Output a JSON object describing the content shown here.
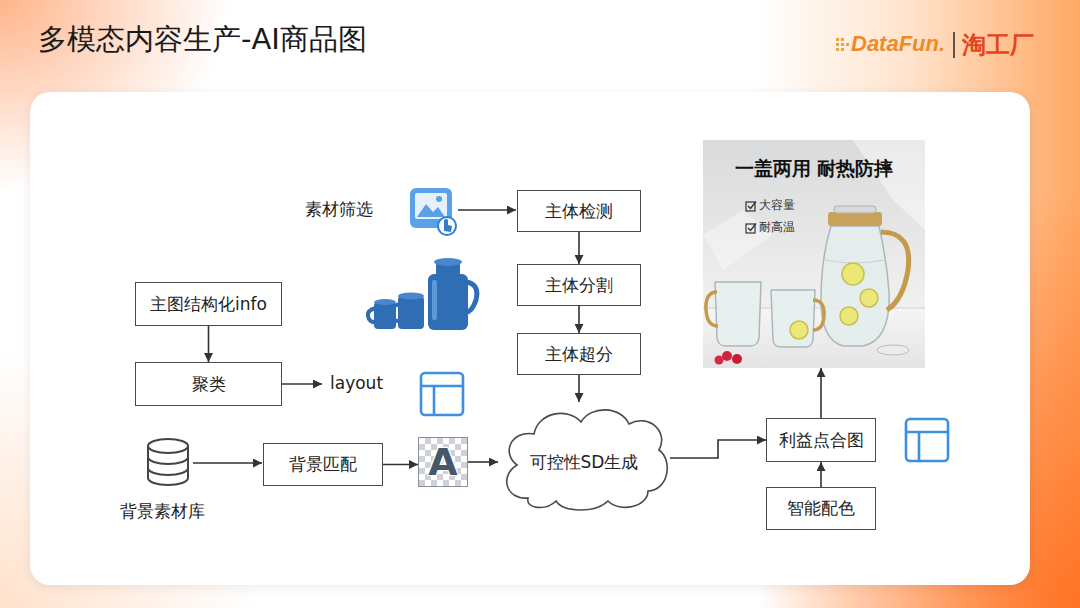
{
  "diagram": {
    "title": "多模态内容生产-AI商品图",
    "nodes": [
      {
        "text": [
          "主体检测"
        ]
      },
      {
        "text": [
          "主体分割"
        ]
      },
      {
        "text": [
          "主体超分"
        ]
      },
      {
        "text": [
          "主图结构化info"
        ]
      },
      {
        "text": [
          "聚类"
        ]
      },
      {
        "text": [
          "背景匹配"
        ]
      },
      {
        "text": [
          "A"
        ]
      },
      {
        "text": [
          "可控性SD生成"
        ]
      },
      {
        "text": [
          "一盖两用 耐热防摔",
          "大容量",
          "耐高温"
        ]
      },
      {
        "text": [
          "利益点合图"
        ]
      },
      {
        "text": [
          "智能配色"
        ]
      }
    ],
    "edges": [
      {
        "from": 0,
        "to": 1,
        "arrow": "to"
      },
      {
        "from": 1,
        "to": 2,
        "arrow": "to"
      },
      {
        "from": 2,
        "to": 7,
        "arrow": "to"
      },
      {
        "from": 3,
        "to": 4,
        "arrow": "to"
      },
      {
        "from": 5,
        "to": 6,
        "arrow": "to"
      },
      {
        "from": 6,
        "to": 7,
        "arrow": "to"
      },
      {
        "from": 7,
        "to": 9,
        "arrow": "to"
      },
      {
        "from": 10,
        "to": 9,
        "arrow": "to"
      },
      {
        "from": 9,
        "to": 8,
        "arrow": "to"
      }
    ],
    "labels": [
      "DataFun.",
      "淘工厂",
      "素材筛选",
      "layout",
      "背景素材库"
    ]
  }
}
